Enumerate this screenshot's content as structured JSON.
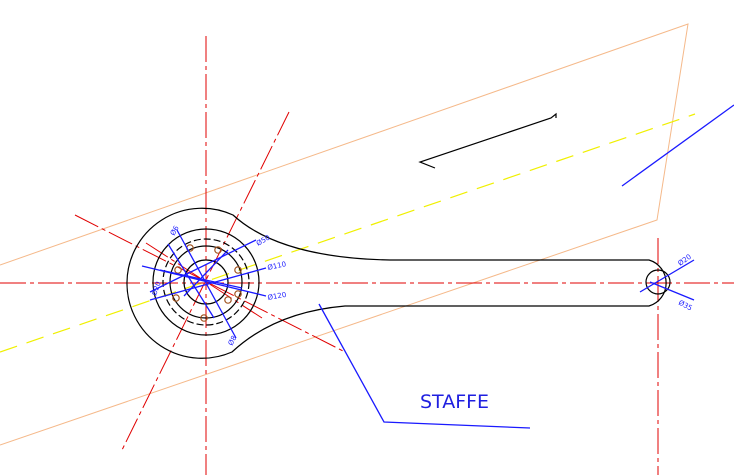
{
  "drawing": {
    "label": "STAFFE",
    "dims": {
      "d1": "Ø50",
      "d2": "Ø110",
      "d3": "Ø120",
      "d4": "Ø6",
      "d5": "Ø8",
      "d6": "Ø20",
      "d7": "Ø35",
      "d8": "Ø20"
    }
  },
  "colors": {
    "background": "#ffffff",
    "outline": "#000000",
    "center_line": "#e00000",
    "dimension": "#1a1aff",
    "label": "#1f1fe0",
    "plane": "#f5b98a",
    "axis": "#f0f000"
  }
}
